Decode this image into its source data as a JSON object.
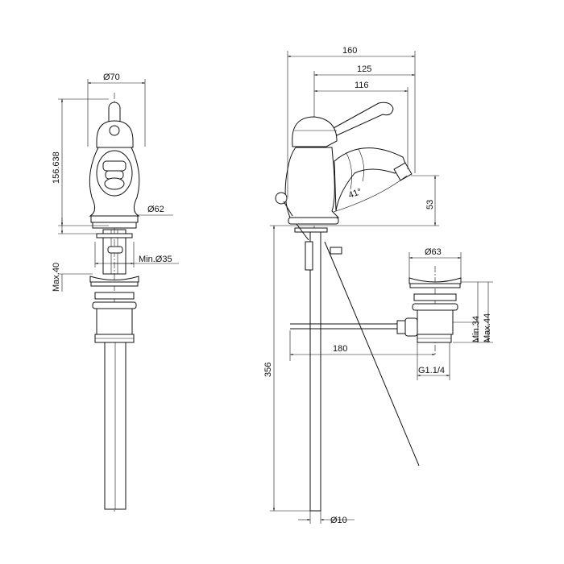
{
  "front_view": {
    "dia_top": "Ø70",
    "height": "156.638",
    "dia_base": "Ø62",
    "max_thickness": "Max.40",
    "min_hole": "Min.Ø35"
  },
  "side_view": {
    "overall_length": "160",
    "spout_reach": "125",
    "lever_reach": "116",
    "angle": "41°",
    "spout_height": "53",
    "rod_length": "356",
    "rod_dia": "Ø10"
  },
  "drain_view": {
    "flange_dia": "Ø63",
    "min_depth": "Min.34",
    "max_depth": "Max.44",
    "rod_reach": "180",
    "thread": "G1.1/4"
  }
}
